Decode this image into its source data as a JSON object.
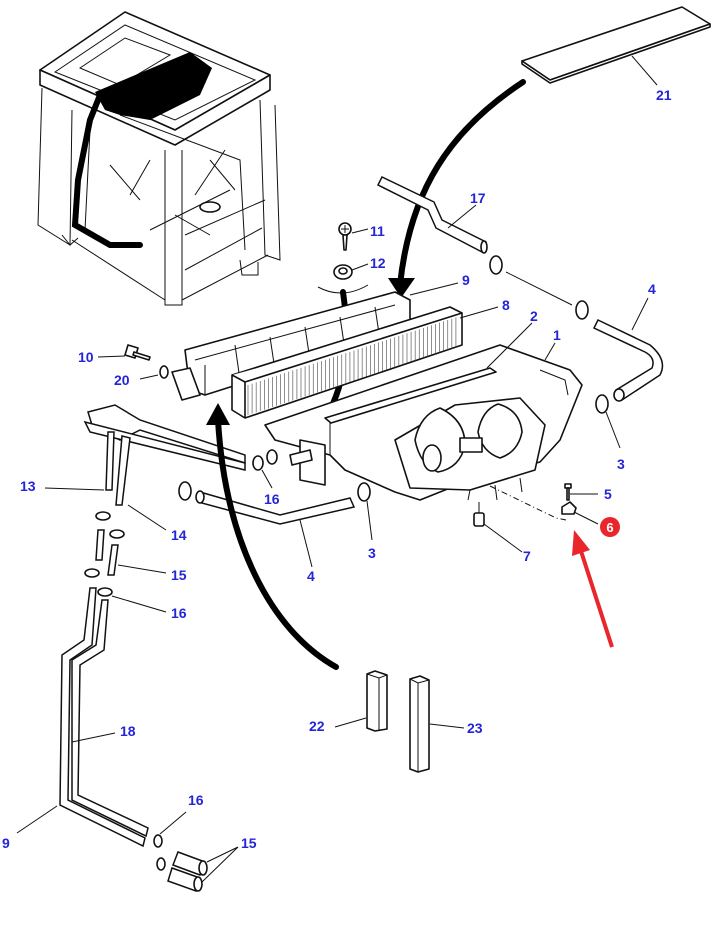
{
  "diagram": {
    "title": "Cab heater / air-conditioning unit exploded parts view",
    "label_color": "#2525d8",
    "highlight_color": "#e8262b",
    "highlighted_part": "6",
    "callouts": [
      {
        "id": "c21",
        "text": "21"
      },
      {
        "id": "c17",
        "text": "17"
      },
      {
        "id": "c11",
        "text": "11"
      },
      {
        "id": "c12",
        "text": "12"
      },
      {
        "id": "c9a",
        "text": "9"
      },
      {
        "id": "c4a",
        "text": "4"
      },
      {
        "id": "c8",
        "text": "8"
      },
      {
        "id": "c2",
        "text": "2"
      },
      {
        "id": "c1",
        "text": "1"
      },
      {
        "id": "c10",
        "text": "10"
      },
      {
        "id": "c20",
        "text": "20"
      },
      {
        "id": "c3a",
        "text": "3"
      },
      {
        "id": "c13",
        "text": "13"
      },
      {
        "id": "c16a",
        "text": "16"
      },
      {
        "id": "c5",
        "text": "5"
      },
      {
        "id": "c6",
        "text": "6"
      },
      {
        "id": "c14",
        "text": "14"
      },
      {
        "id": "c3b",
        "text": "3"
      },
      {
        "id": "c7",
        "text": "7"
      },
      {
        "id": "c4b",
        "text": "4"
      },
      {
        "id": "c15a",
        "text": "15"
      },
      {
        "id": "c16b",
        "text": "16"
      },
      {
        "id": "c22",
        "text": "22"
      },
      {
        "id": "c23",
        "text": "23"
      },
      {
        "id": "c18",
        "text": "18"
      },
      {
        "id": "c16c",
        "text": "16"
      },
      {
        "id": "c15b",
        "text": "15"
      },
      {
        "id": "c9b",
        "text": "9"
      }
    ]
  }
}
